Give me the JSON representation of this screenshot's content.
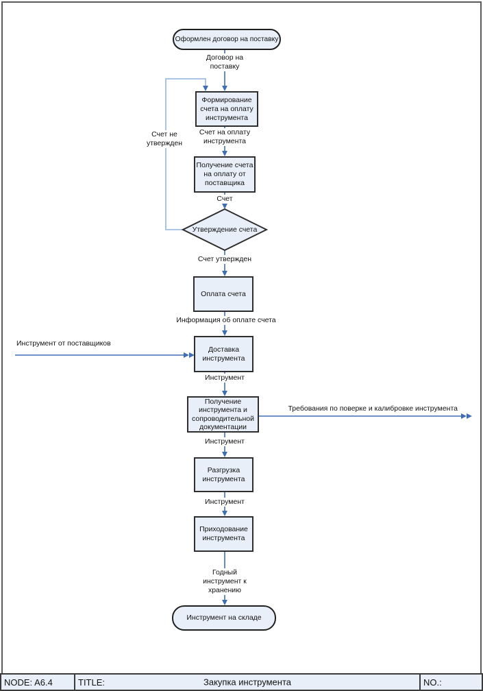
{
  "colors": {
    "node_fill": "#e9eff8",
    "node_border": "#2e2e2e",
    "arrow": "#3f6eb5",
    "loop_arrow": "#a9c4e4"
  },
  "flow": {
    "start": "Оформлен договор на поставку",
    "proc": {
      "form_invoice": "Формирование\nсчета на оплату\nинструмента",
      "receive_invoice": "Получение счета\nна оплату от\nпоставщика",
      "approve_decision": "Утверждение счета",
      "pay_invoice": "Оплата счета",
      "delivery": "Доставка\nинструмента",
      "receive_tools": "Получение\nинструмента и\nсопроводительной\nдокументации",
      "unload": "Разгрузка\nинструмента",
      "book": "Приходование\nинструмента"
    },
    "labels": {
      "contract": "Договор на\nпоставку",
      "invoice_for_payment": "Счет на оплату\nинструмента",
      "invoice": "Счет",
      "not_approved": "Счет не\nутвержден",
      "approved": "Счет утвержден",
      "payment_info": "Информация об оплате счета",
      "tools_from_suppliers": "Инструмент от поставщиков",
      "tool_1": "Инструмент",
      "verification": "Требования по поверке и калибровке инструмента",
      "tool_2": "Инструмент",
      "tool_3": "Инструмент",
      "good_tool": "Годный\nинструмент к\nхранению"
    },
    "end": "Инструмент на складе"
  },
  "footer": {
    "node_label": "NODE:  A6.4",
    "title_label": "TITLE:",
    "title": "Закупка инструмента",
    "no_label": "NO.:"
  }
}
